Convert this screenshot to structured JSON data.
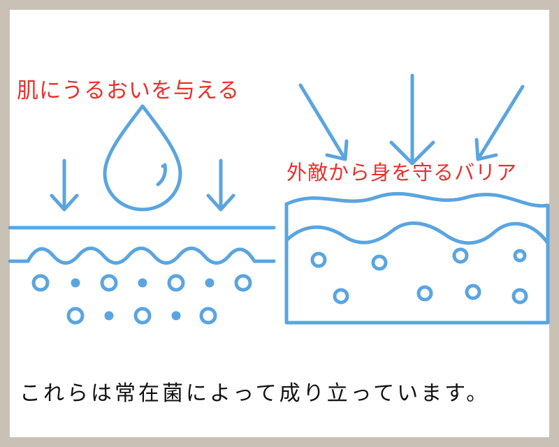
{
  "labels": {
    "moisture": "肌にうるおいを与える",
    "barrier": "外敵から身を守るバリア"
  },
  "caption": "これらは常在菌によって成り立っています。",
  "colors": {
    "line": "#5aa5e0",
    "label": "#e8302c",
    "border": "#c9c1b6",
    "text": "#111111"
  },
  "icons": {
    "droplet": "water-drop-icon",
    "arrow": "arrow-down-icon"
  }
}
